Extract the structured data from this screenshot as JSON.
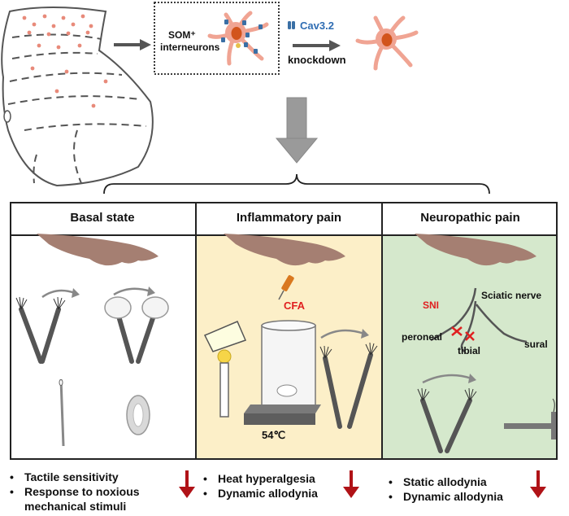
{
  "top": {
    "cell_label_line1": "SOM⁺",
    "cell_label_line2": "interneurons",
    "legend_label": "Cav3.2",
    "knockdown_label": "knockdown"
  },
  "panels": [
    {
      "title": "Basal state",
      "bullets": [
        "Tactile sensitivity",
        "Response to noxious",
        "mechanical stimuli"
      ]
    },
    {
      "title": "Inflammatory pain",
      "cfa_label": "CFA",
      "temp_label": "54℃",
      "bullets": [
        "Heat hyperalgesia",
        "Dynamic allodynia"
      ]
    },
    {
      "title": "Neuropathic pain",
      "sni_label": "SNI",
      "nerve_labels": {
        "sciatic": "Sciatic nerve",
        "peroneal": "peroneal",
        "tibial": "tibial",
        "sural": "sural"
      },
      "bullets": [
        "Static allodynia",
        "Dynamic allodynia"
      ]
    }
  ],
  "colors": {
    "inflammatory_bg": "#fcefc8",
    "neuropathic_bg": "#d5e8cc",
    "arrow_red": "#b01217",
    "cell_body": "#f0a493",
    "nucleus": "#d2541c",
    "cav_blue": "#3a6fa5",
    "hand": "#a57f72",
    "label_red": "#e02020",
    "label_blue": "#2f6db3"
  }
}
